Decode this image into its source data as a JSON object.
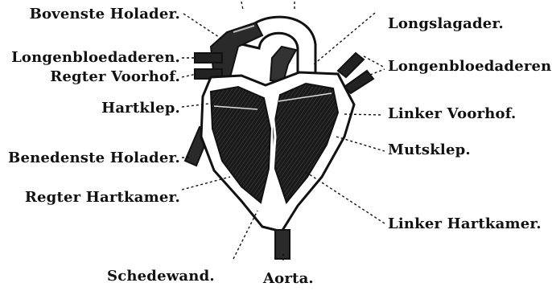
{
  "labels": {
    "bovenste_holader": "Bovenste Holader.",
    "longslagader": "Longslagader.",
    "longenbloedaderen_left": "Longenbloedaderen.",
    "regter_voorhof": "Regter Voorhof.",
    "longenbloedaderen_right": "Longenbloedaderen",
    "hartklep": "Hartklep.",
    "linker_voorhof": "Linker Voorhof.",
    "benedenste_holader": "Benedenste Holader.",
    "mutsklep": "Mutsklep.",
    "regter_hartkamer": "Regter Hartkamer.",
    "linker_hartkamer": "Linker Hartkamer.",
    "schedewand": "Schedewand.",
    "aorta": "Aorta."
  }
}
